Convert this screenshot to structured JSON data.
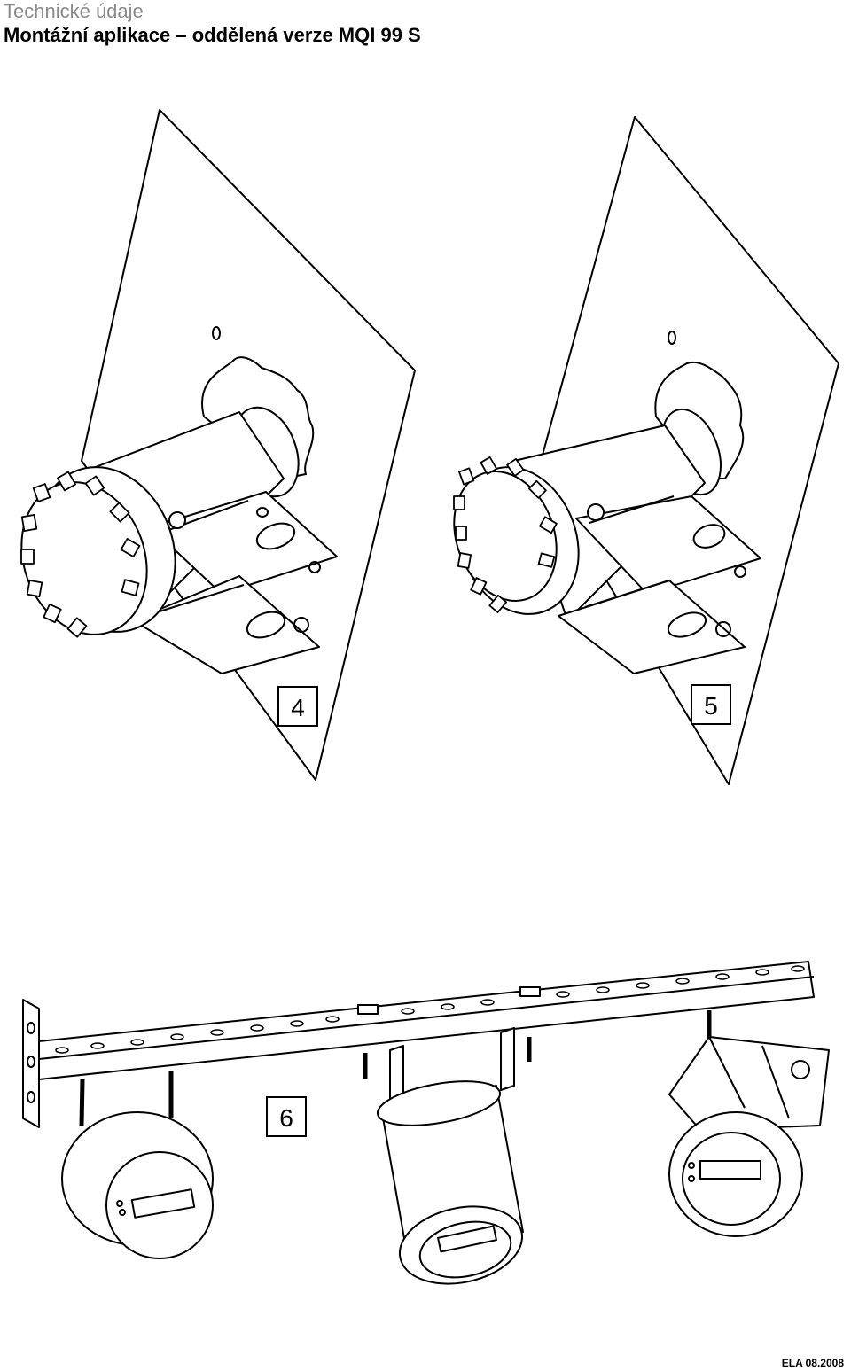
{
  "header": {
    "section": "Technické údaje",
    "title": "Montážní aplikace – oddělená verze MQI 99 S"
  },
  "figures": {
    "fig4_label": "4",
    "fig5_label": "5",
    "fig6_label": "6"
  },
  "footer": {
    "code": "ELA  08.2008"
  }
}
